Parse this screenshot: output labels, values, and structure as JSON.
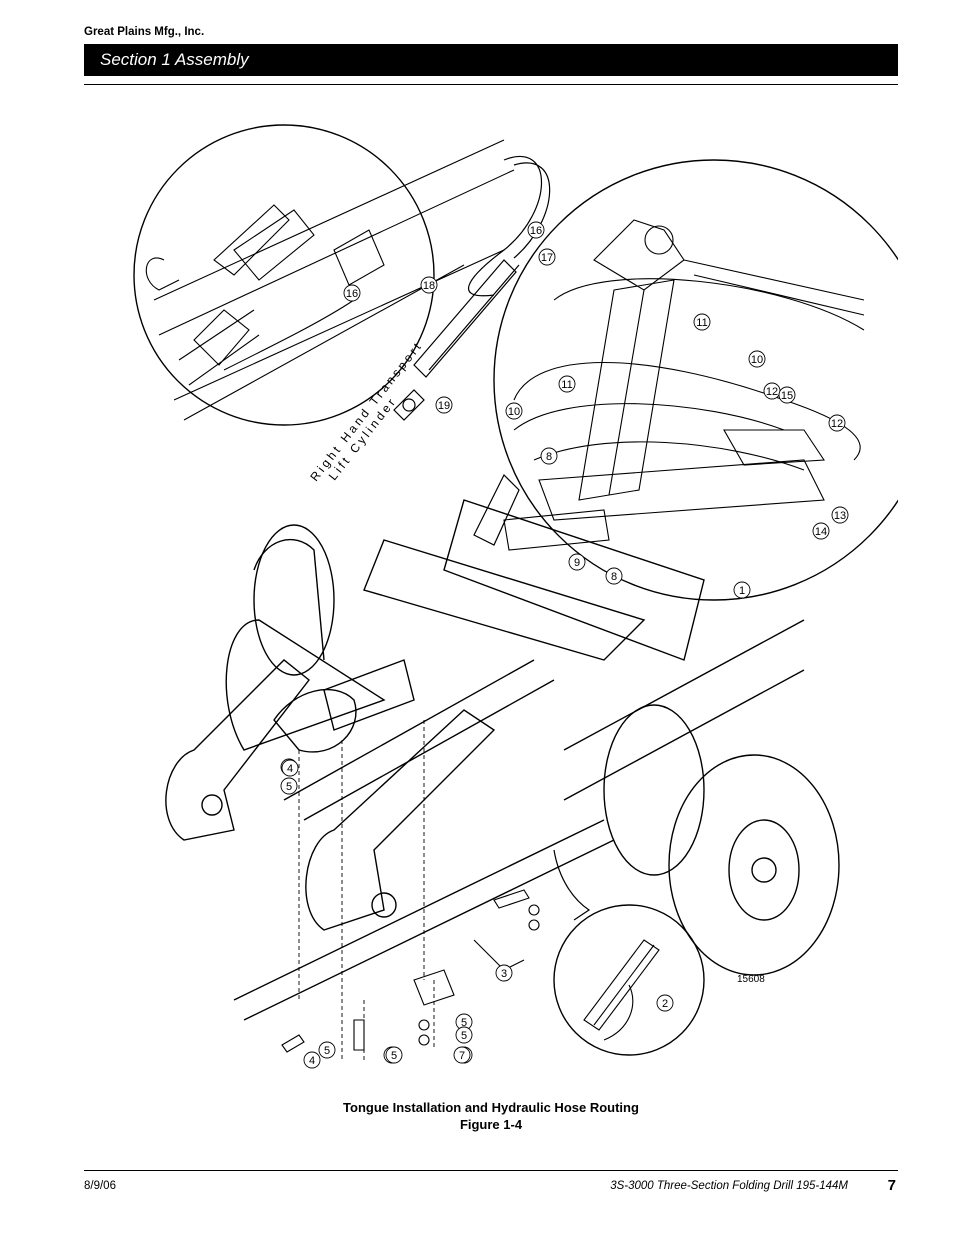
{
  "header": {
    "company": "Great Plains Mfg., Inc.",
    "section": "Section 1 Assembly"
  },
  "figure": {
    "drawing_number": "15608",
    "rotated_label_line1": "Right Hand Transport",
    "rotated_label_line2": "Lift Cylinder",
    "callouts": [
      "1",
      "2",
      "3",
      "4",
      "4",
      "4",
      "4",
      "5",
      "5",
      "5",
      "5",
      "5",
      "6",
      "7",
      "8",
      "8",
      "9",
      "10",
      "10",
      "11",
      "11",
      "12",
      "12",
      "13",
      "14",
      "15",
      "16",
      "16",
      "17",
      "18",
      "19"
    ]
  },
  "caption": {
    "title": "Tongue Installation and Hydraulic Hose Routing",
    "figure_label": "Figure 1-4"
  },
  "footer": {
    "date": "8/9/06",
    "document": "3S-3000 Three-Section Folding Drill   195-144M",
    "page": "7"
  }
}
